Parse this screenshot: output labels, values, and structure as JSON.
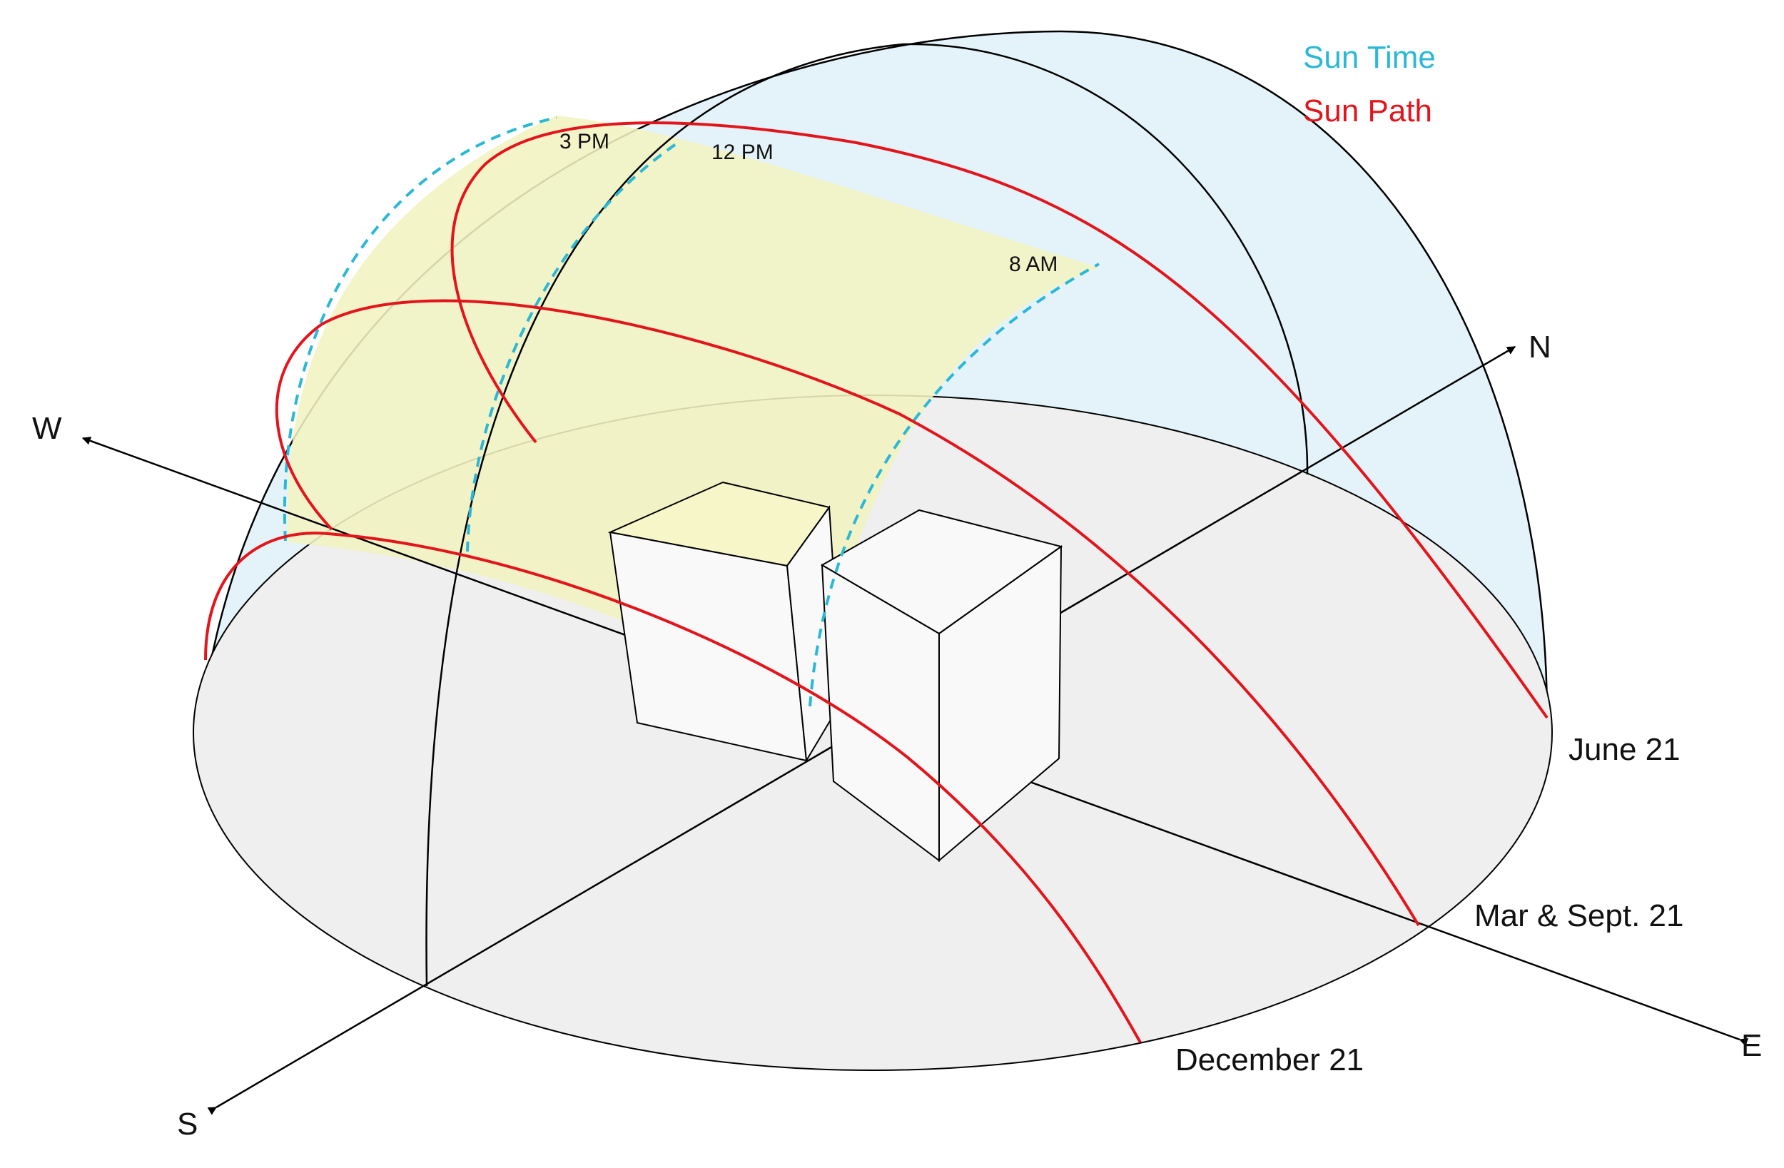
{
  "legend": {
    "sun_time": {
      "label": "Sun Time",
      "color": "#2bb8d6"
    },
    "sun_path": {
      "label": "Sun Path",
      "color": "#e3151c"
    }
  },
  "compass": {
    "north": "N",
    "south": "S",
    "east": "E",
    "west": "W"
  },
  "dates": {
    "june": "June 21",
    "equinox": "Mar & Sept. 21",
    "december": "December 21"
  },
  "times": {
    "pm3": "3 PM",
    "pm12": "12 PM",
    "am8": "8 AM"
  },
  "colors": {
    "dome": "#e4f3fa",
    "ground": "#efefef",
    "sun_zone": "#f3f3c2",
    "building_lit": "#f7f6c8",
    "building": "#f9f9f9"
  }
}
